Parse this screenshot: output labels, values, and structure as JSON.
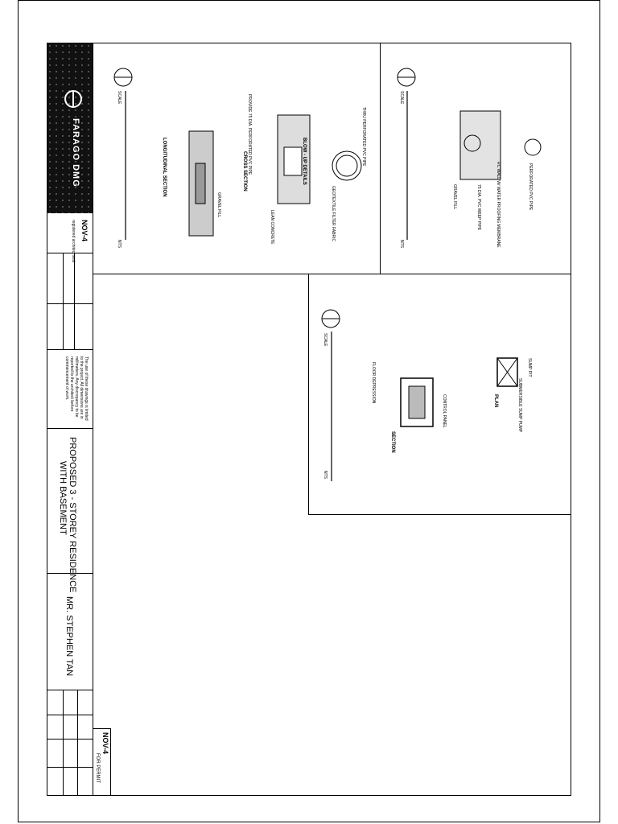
{
  "sheet": {
    "firm_name": "FARAGO DMG",
    "stamp_label": "NOV-4",
    "stamp_text": "registered architect seal",
    "project_title_line1": "PROPOSED 3 - STOREY RESIDENCE",
    "project_title_line2": "WITH BASEMENT",
    "client": "MR. STEPHEN TAN",
    "status_code": "NOV-4",
    "status_label": "FOR PERMIT",
    "notes": "The use of these drawings is limited to the project. All dimensions are in millimeters. Any discrepancy to be reported to the architect before commencement of work."
  },
  "details": {
    "panel1": {
      "scale_label": "SCALE",
      "nts_label": "NTS",
      "blowup_label": "BLOW - UP DETAILS",
      "cross_section_label": "CROSS SECTION",
      "longitudinal_label": "LONGITUDINAL SECTION",
      "note1": "THRU PERFORATED PVC PIPE",
      "note2": "GEOTEXTILE FILTER FABRIC",
      "note3": "PROVIDE 75 DIA. PERFORATED PVC PIPE",
      "note4": "LEAN CONCRETE",
      "note5": "GRAVEL FILL"
    },
    "panel2": {
      "scale_label": "SCALE",
      "nts_label": "NTS",
      "note1": "RC WALL W/ WATER PROOFING MEMBRANE",
      "note2": "75 DIA. PVC WEEP PIPE",
      "note3": "PERFORATED PVC PIPE",
      "note4": "GRAVEL FILL"
    },
    "panel3": {
      "scale_label": "SCALE",
      "nts_label": "NTS",
      "note1": "SUMP PIT",
      "note2": "SUBMERSIBLE SUMP PUMP",
      "note3": "CONTROL PANEL",
      "note4": "FLOOR DEPRESSION",
      "note5": "PLAN",
      "note6": "SECTION"
    }
  }
}
